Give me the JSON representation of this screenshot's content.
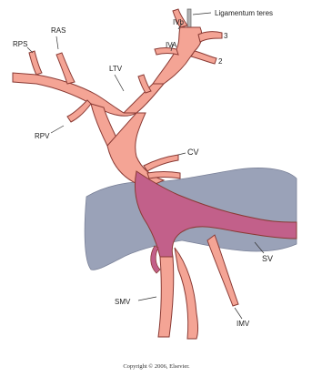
{
  "diagram": {
    "labels": {
      "ligamentum_teres": "Ligamentum teres",
      "ivb": "IVb",
      "iva": "IVA",
      "seg3": "3",
      "seg2": "2",
      "ras": "RAS",
      "rps": "RPS",
      "ltv": "LTV",
      "rpv": "RPV",
      "cv": "CV",
      "sv": "SV",
      "smv": "SMV",
      "imv": "IMV"
    },
    "copyright": "Copyright © 2006, Elsevier."
  },
  "colors": {
    "portal_vein": "#f4a495",
    "portal_vein_outline": "#8a3a34",
    "pancreas": "#9aa2b8",
    "overlap": "#c2608a",
    "overlap_dark": "#a34b79"
  }
}
